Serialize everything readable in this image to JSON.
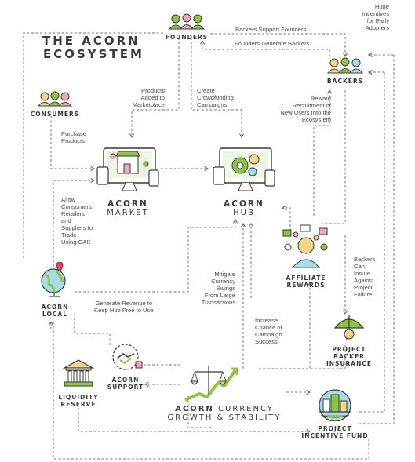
{
  "title": {
    "line1": "THE ACORN",
    "line2": "ECOSYSTEM"
  },
  "nodes": {
    "founders": "FOUNDERS",
    "backers": "BACKERS",
    "consumers": "CONSUMERS",
    "market": {
      "line1": "ACORN",
      "line2": "MARKET"
    },
    "hub": {
      "line1": "ACORN",
      "line2": "HUB"
    },
    "local": {
      "line1": "ACORN",
      "line2": "LOCAL"
    },
    "affiliate": {
      "line1": "AFFILIATE",
      "line2": "REWARDS"
    },
    "support": {
      "line1": "ACORN",
      "line2": "SUPPORT"
    },
    "liquidity": {
      "line1": "LIQUIDITY",
      "line2": "RESERVE"
    },
    "insurance": {
      "line1": "PROJECT",
      "line2": "BACKER",
      "line3": "INSURANCE"
    },
    "currency": {
      "line1a": "ACORN",
      "line1b": " CURRENCY",
      "line2": "GROWTH & STABILITY"
    },
    "incentive": {
      "line1": "PROJECT",
      "line2": "INCENTIVE FUND"
    }
  },
  "annotations": {
    "backers_support": "Backers Support Founders",
    "founders_generate": "Founders Generate Backers",
    "huge_incentives": [
      "Huge",
      "Incentives",
      "for Early",
      "Adopters"
    ],
    "products_added": [
      "Products",
      "Added to",
      "Marketplace"
    ],
    "create_crowdfunding": [
      "Create",
      "Crowdfunding",
      "Campaigns"
    ],
    "reward_recruitment": [
      "Reward",
      "Recruitment of",
      "New Users Into the",
      "Ecosystem"
    ],
    "purchase_products": [
      "Purchase",
      "Products"
    ],
    "allow_consumers": [
      "Allow",
      "Consumers,",
      "Retailers",
      "and",
      "Suppliers to",
      "Trade",
      "Using OAK"
    ],
    "mitigate": [
      "Mitigate",
      "Currency",
      "Swings",
      "From Large",
      "Transactions"
    ],
    "backers_insure": [
      "Backers",
      "Can",
      "Insure",
      "Against",
      "Project",
      "Failure"
    ],
    "generate_revenue": [
      "Generate Revenue to",
      "Keep Hub Free to Use"
    ],
    "increase_chance": [
      "Increase",
      "Chance of",
      "Campaign",
      "Success"
    ]
  },
  "colors": {
    "green": "#8cc63f",
    "dark": "#3a3a3a",
    "line": "#777777",
    "accent": "#f4a9b8",
    "gear": "#8cc63f",
    "sky": "#a8dce8"
  }
}
